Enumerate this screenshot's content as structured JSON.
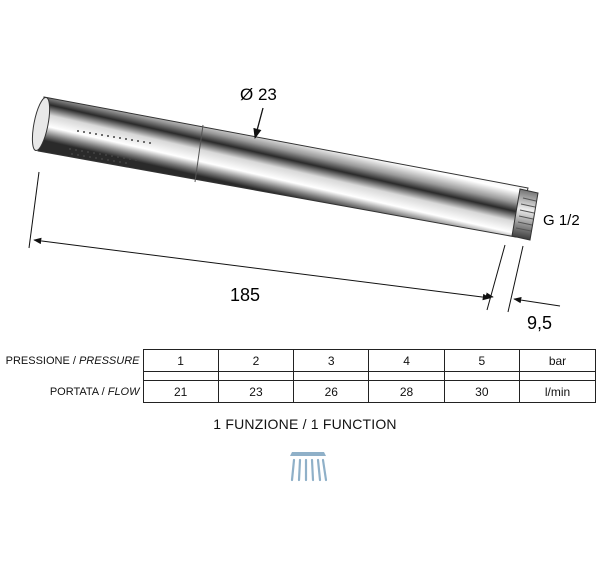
{
  "dimensions": {
    "diameter": "Ø 23",
    "thread": "G 1/2",
    "length": "185",
    "end_length": "9,5"
  },
  "table": {
    "rows": [
      {
        "label_plain": "PRESSIONE / ",
        "label_italic": "PRESSURE",
        "values": [
          "1",
          "2",
          "3",
          "4",
          "5"
        ],
        "unit": "bar"
      },
      {
        "label_plain": "PORTATA / ",
        "label_italic": "FLOW",
        "values": [
          "21",
          "23",
          "26",
          "28",
          "30"
        ],
        "unit": "l/min"
      }
    ]
  },
  "caption": "1 FUNZIONE  / 1 FUNCTION",
  "icons": {
    "function": "rain-spray-icon"
  },
  "colors": {
    "icon_blue": "#8fb0c8",
    "line": "#222222"
  }
}
